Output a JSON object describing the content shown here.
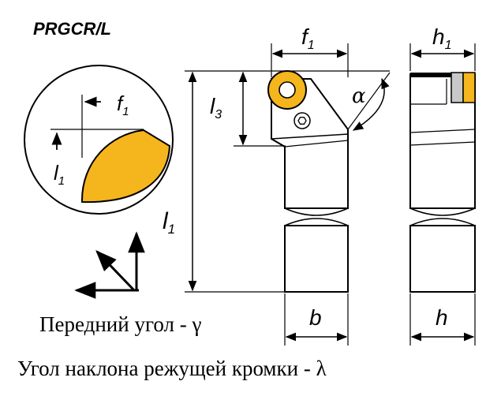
{
  "title": "PRGCR/L",
  "labels": {
    "f1_detail": "f",
    "f1_detail_sub": "1",
    "l1_detail": "l",
    "l1_detail_sub": "1",
    "f1_top": "f",
    "f1_top_sub": "1",
    "h1_top": "h",
    "h1_top_sub": "1",
    "l3": "l",
    "l3_sub": "3",
    "l1_main": "l",
    "l1_main_sub": "1",
    "alpha": "α",
    "b": "b",
    "h": "h"
  },
  "captions": {
    "rake_angle": "Передний угол - γ",
    "inclination_angle": "Угол наклона режущей кромки - λ"
  },
  "colors": {
    "insert": "#f5b51c",
    "holder": "#ffffff",
    "line": "#000000",
    "gray": "#c8c8c8",
    "background": "#ffffff"
  }
}
